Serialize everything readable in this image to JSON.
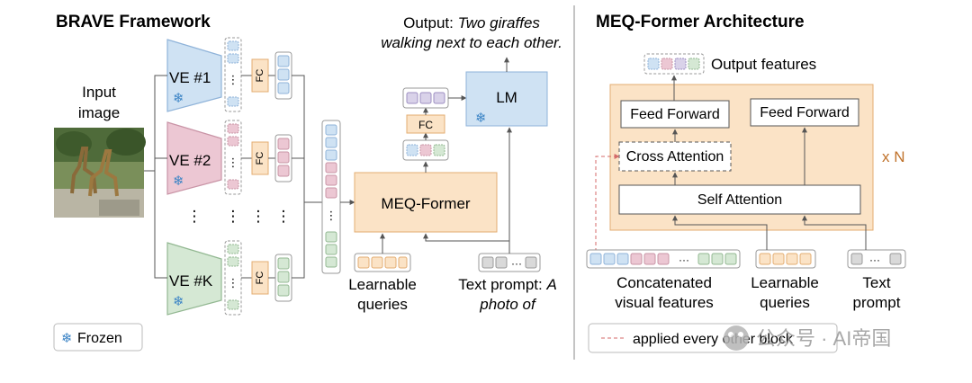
{
  "brave": {
    "title": "BRAVE Framework",
    "input_label_1": "Input",
    "input_label_2": "image",
    "encoders": [
      "VE #1",
      "VE #2",
      "VE #K"
    ],
    "fc_label": "FC",
    "output_line_1_prefix": "Output: ",
    "output_line_1_ital": "Two giraffes",
    "output_line_2_ital": "walking next to each other.",
    "lm_label": "LM",
    "meq_label": "MEQ-Former",
    "learnable_1": "Learnable",
    "learnable_2": "queries",
    "text_prompt_1_prefix": "Text prompt: ",
    "text_prompt_1_ital": "A",
    "text_prompt_2_ital": "photo of",
    "frozen_label": "Frozen",
    "ellipsis": "⋮",
    "hdots": "···"
  },
  "meq": {
    "title": "MEQ-Former Architecture",
    "output_features": "Output features",
    "feed_forward_left": "Feed Forward",
    "feed_forward_right": "Feed Forward",
    "cross_attention": "Cross Attention",
    "self_attention": "Self Attention",
    "repeat": "x N",
    "concat_1": "Concatenated",
    "concat_2": "visual features",
    "learnable_1": "Learnable",
    "learnable_2": "queries",
    "text_1": "Text",
    "text_2": "prompt",
    "legend": "applied every other block"
  },
  "watermark": "公众号 · AI帝国",
  "colors": {
    "blue": "#cfe2f3",
    "blue_stroke": "#8fb3d9",
    "pink": "#ecc7d3",
    "pink_stroke": "#c994a6",
    "green": "#d5e8d4",
    "green_stroke": "#93b892",
    "orange": "#fbe3c6",
    "orange_stroke": "#e3ad72",
    "purple": "#d9d2e9",
    "gray": "#d9d9d9",
    "frozen_icon": "#3d85c6",
    "dashed_red": "#d46a6a"
  },
  "icons": {
    "frozen": "snowflake-icon",
    "input": "giraffe-photo"
  }
}
